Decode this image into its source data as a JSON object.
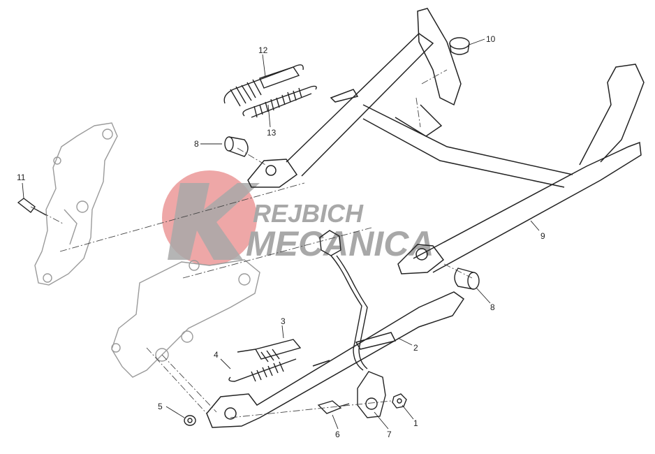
{
  "watermark": {
    "line1": "REJBICH",
    "line2": "MECANICA",
    "circle_color": "#e88a8a",
    "text_color": "#a8a8a8"
  },
  "colors": {
    "line": "#222222",
    "faded": "#9a9a9a"
  },
  "callouts": {
    "p1": "1",
    "p2": "2",
    "p3": "3",
    "p4": "4",
    "p5": "5",
    "p6": "6",
    "p7": "7",
    "p8a": "8",
    "p8b": "8",
    "p9": "9",
    "p10": "10",
    "p11": "11",
    "p12": "12",
    "p13": "13"
  },
  "parts": {
    "p1": "nut",
    "p2": "side-stand",
    "p3": "spring-inner",
    "p4": "spring-outer",
    "p5": "washer",
    "p6": "pivot-bolt",
    "p7": "side-stand-switch",
    "p8": "bushing",
    "p9": "center-stand",
    "p10": "rubber-pad",
    "p11": "bolt",
    "p12": "spring-outer",
    "p13": "spring-inner"
  }
}
